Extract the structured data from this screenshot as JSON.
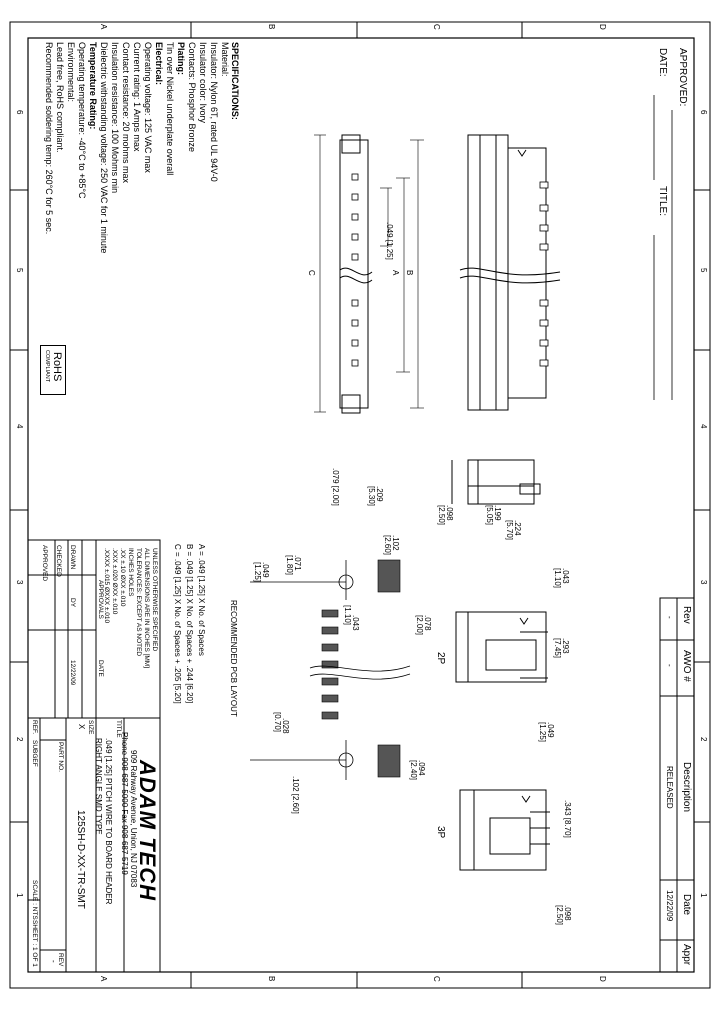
{
  "zone_letters": [
    "A",
    "B",
    "C",
    "D"
  ],
  "zone_numbers": [
    "6",
    "5",
    "4",
    "3",
    "2",
    "1"
  ],
  "approval": {
    "approved": "APPROVED:",
    "date": "DATE:",
    "title": "TITLE:"
  },
  "specs": {
    "heading": "SPECIFICATIONS:",
    "lines": [
      "Material:",
      "Insulator: Nylon 6T, rated UL 94V-0",
      "Insulator color: Ivory",
      "Contacts: Phosphor Bronze",
      "Plating:",
      "Tin over Nickel underplate overall",
      "Electrical:",
      "Operating voltage: 125 VAC max",
      "Current rating: 1 Amps max",
      "Contact resistance: 20 mohms max",
      "Insulation resistance: 100 Mohms min",
      "Dielectric withstanding voltage: 250 VAC for 1 minute",
      "Temperature Rating:",
      "Operating temperature: -40°C to +85°C",
      "Environmental:",
      "Lead free, RoHS compliant.",
      "Recommended soldering temp: 260°C for 5 sec."
    ]
  },
  "rohs": {
    "line1": "RoHS",
    "line2": "COMPLIANT"
  },
  "dims": {
    "pitch": ".049 [1.25]",
    "A": "A",
    "B": "B",
    "C": "C",
    "d_043": ".043",
    "d_043m": "[1.10]",
    "d_098": ".098",
    "d_098m": "[2.50]",
    "d_199": ".199",
    "d_199m": "[5.05]",
    "d_224": ".224",
    "d_224m": "[5.70]",
    "d_209": ".209",
    "d_209m": "[5.30]",
    "d_102a": ".102",
    "d_102am": "[2.60]",
    "d_079": ".079 [2.00]",
    "d_071": ".071",
    "d_071m": "[1.80]",
    "d_049b": ".049",
    "d_049bm": "[1.25]",
    "d_043b": ".043",
    "d_043bm": "[1.10]",
    "d_078": ".078",
    "d_078m": "[2.00]",
    "d_293": ".293",
    "d_293m": "[7.45]",
    "d_049c": ".049",
    "d_049cm": "[1.25]",
    "d_028": ".028",
    "d_028m": "[0.70]",
    "d_094": ".094",
    "d_094m": "[2.40]",
    "d_102b": ".102 [2.60]",
    "d_343": ".343 [8.70]",
    "d_098b": ".098",
    "d_098bm": "[2.50]",
    "label_2p": "2P",
    "label_3p": "3P",
    "pcb_layout": "RECOMMENDED PCB LAYOUT"
  },
  "formulas": [
    "A = .049 [1.25] X No. of Spaces",
    "B = .049 [1.25] X No. of Spaces + .244 [6.20]",
    "C = .049 [1.25] X No. of Spaces + .205 [5.20]"
  ],
  "tolerances": {
    "lines": [
      "UNLESS OTHERWISE SPECIFIED",
      "ALL DIMENSIONS ARE IN INCHES [MM]",
      "TOLERANCES: EXCEPT AS NOTED",
      "INCHES          HOLES",
      ".XX   ±.10   ØXX   ±.010",
      ".XXX  ±.020  ØXX   ±.010",
      ".XXXX ±.015  ØXXX  ±.010"
    ]
  },
  "approvals": {
    "heading_approvals": "APPROVALS",
    "heading_date": "DATE",
    "drawn": "DRAWN",
    "drawn_by": "DY",
    "drawn_date": "12/22/09",
    "checked": "CHECKED",
    "approved": "APPROVED"
  },
  "revision": {
    "rev_label": "Rev",
    "awo_label": "AWO #",
    "desc_label": "Description",
    "date_label": "Date",
    "appr_label": "Appr",
    "rev": "-",
    "awo": "-",
    "desc": "RELEASED",
    "date": "12/22/09",
    "appr": ""
  },
  "company": {
    "name": "ADAM TECH",
    "address": "909 Rahway Avenue, Union, NJ 07083",
    "phone": "Phone 908-687-5000 Fax 908-687-5719"
  },
  "title_block": {
    "title_label": "TITLE",
    "title_line1": ".049 [1.25] PITCH WIRE TO BOARD HEADER",
    "title_line2": "RIGHT ANGLE SMD TYPE",
    "size_label": "SIZE",
    "size": "X",
    "part_label": "PART NO.",
    "part_no": "125SH-D-XX-TR-SMT",
    "rev_label": "REV",
    "rev": "-",
    "ref_label": "REF.",
    "ref": "SUBGEF",
    "scale": "SCALE : NTS",
    "sheet": "SHEET : 1 OF 1"
  }
}
